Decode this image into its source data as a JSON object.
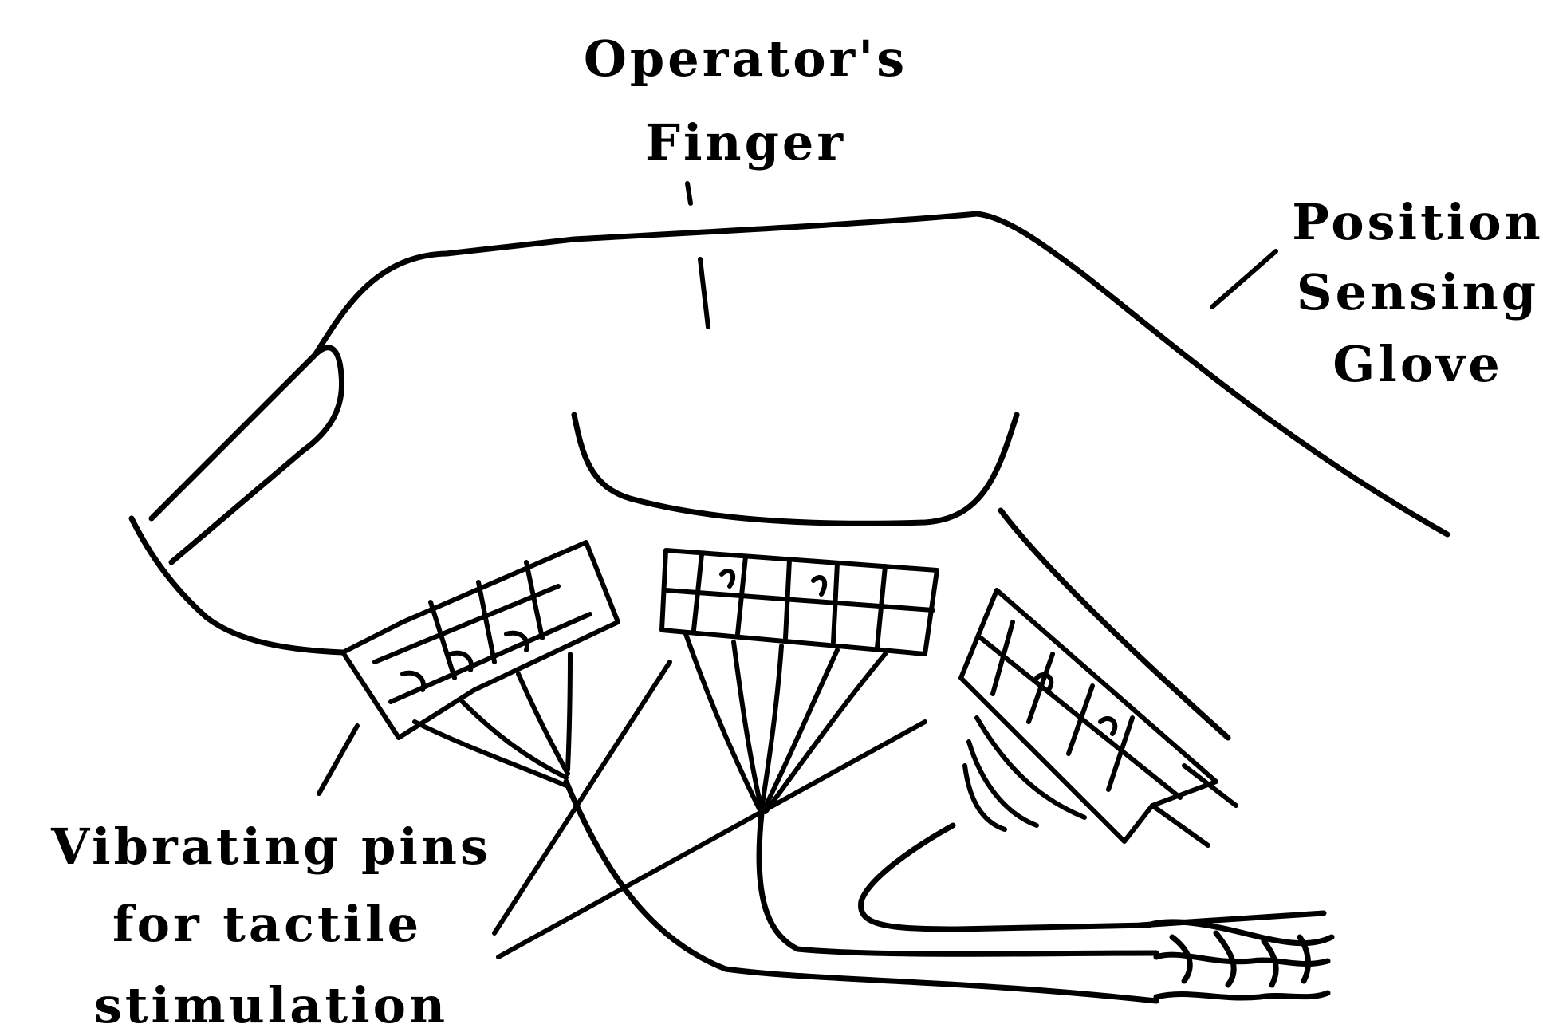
{
  "diagram": {
    "labels": {
      "finger_line1": "Operator's",
      "finger_line2": "Finger",
      "glove_line1": "Position",
      "glove_line2": "Sensing",
      "glove_line3": "Glove",
      "pins_line1": "Vibrating pins",
      "pins_line2": "for tactile",
      "pins_line3": "stimulation"
    },
    "colors": {
      "ink": "#000000",
      "paper": "#ffffff"
    }
  }
}
